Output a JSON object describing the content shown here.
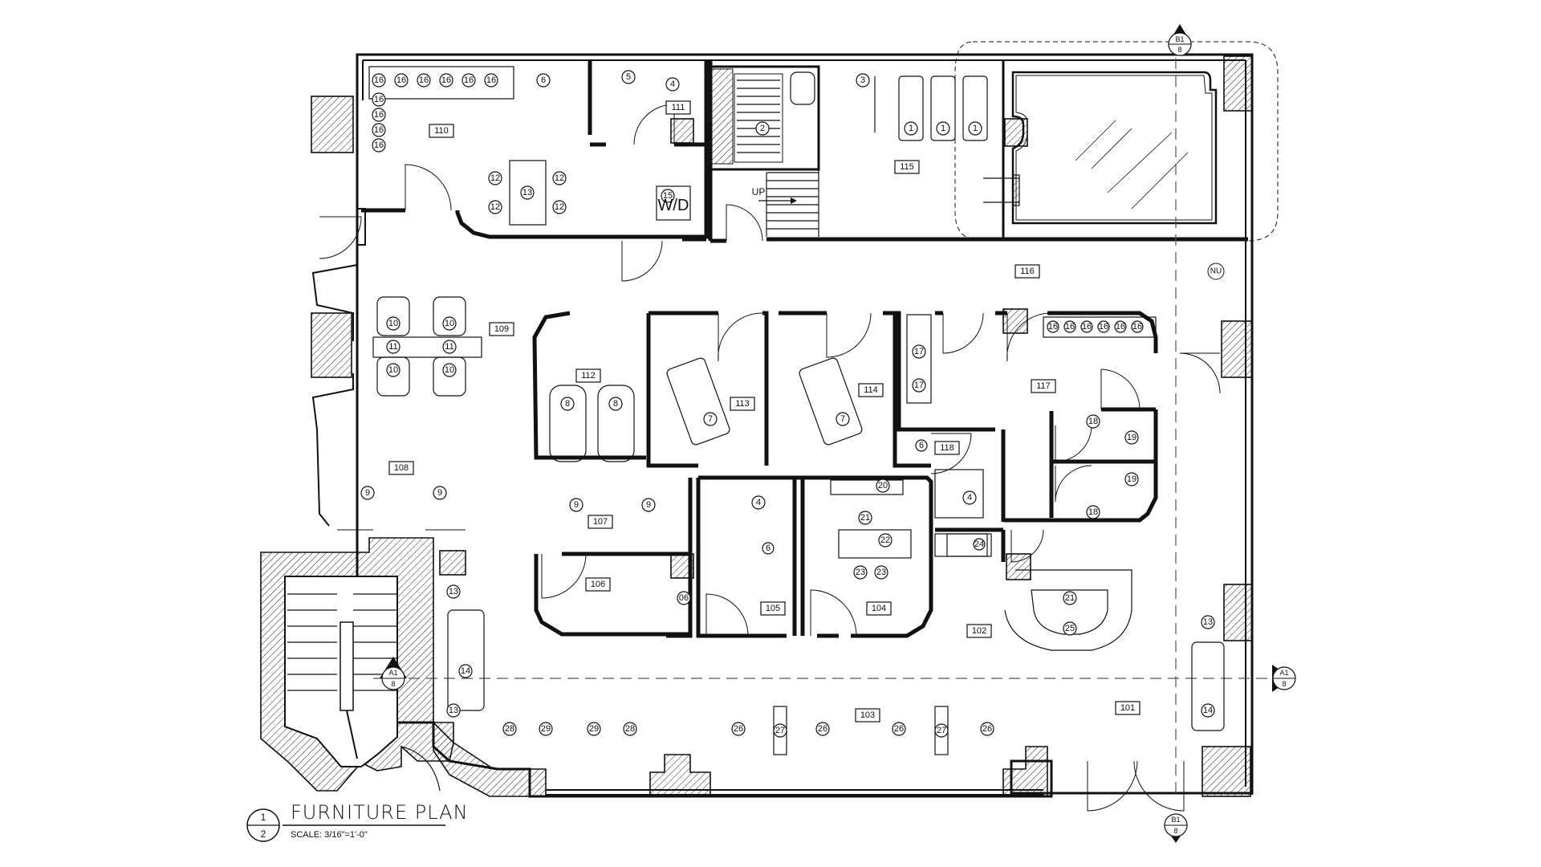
{
  "drawing": {
    "title": "FURNITURE PLAN",
    "scale": "SCALE: 3/16\"=1'-0\"",
    "detail_number": "1",
    "sheet_number": "2",
    "up_label": "UP",
    "wd_label": "W/D",
    "nu_label": "NU"
  },
  "rooms": [
    {
      "label": "110"
    },
    {
      "label": "111"
    },
    {
      "label": "115"
    },
    {
      "label": "116"
    },
    {
      "label": "109"
    },
    {
      "label": "112"
    },
    {
      "label": "113"
    },
    {
      "label": "114"
    },
    {
      "label": "117"
    },
    {
      "label": "118"
    },
    {
      "label": "108"
    },
    {
      "label": "107"
    },
    {
      "label": "106"
    },
    {
      "label": "105"
    },
    {
      "label": "104"
    },
    {
      "label": "102"
    },
    {
      "label": "103"
    },
    {
      "label": "101"
    }
  ],
  "fixtures": [
    "16",
    "16",
    "16",
    "16",
    "16",
    "16",
    "16",
    "16",
    "16",
    "16",
    "6",
    "5",
    "4",
    "2",
    "3",
    "1",
    "1",
    "1",
    "12",
    "12",
    "12",
    "12",
    "13",
    "15",
    "10",
    "10",
    "11",
    "11",
    "10",
    "10",
    "8",
    "8",
    "7",
    "7",
    "16",
    "16",
    "16",
    "16",
    "16",
    "16",
    "17",
    "17",
    "18",
    "18",
    "19",
    "19",
    "6",
    "4",
    "9",
    "9",
    "9",
    "9",
    "4",
    "20",
    "21",
    "22",
    "23",
    "23",
    "24",
    "6",
    "06",
    "21",
    "25",
    "13",
    "14",
    "13",
    "13",
    "14",
    "28",
    "29",
    "29",
    "28",
    "26",
    "27",
    "26",
    "26",
    "27",
    "26"
  ],
  "section_markers": [
    {
      "ref": "B1",
      "sheet": "8"
    },
    {
      "ref": "A1",
      "sheet": "8"
    },
    {
      "ref": "A1",
      "sheet": "8"
    },
    {
      "ref": "B1",
      "sheet": "8"
    }
  ]
}
